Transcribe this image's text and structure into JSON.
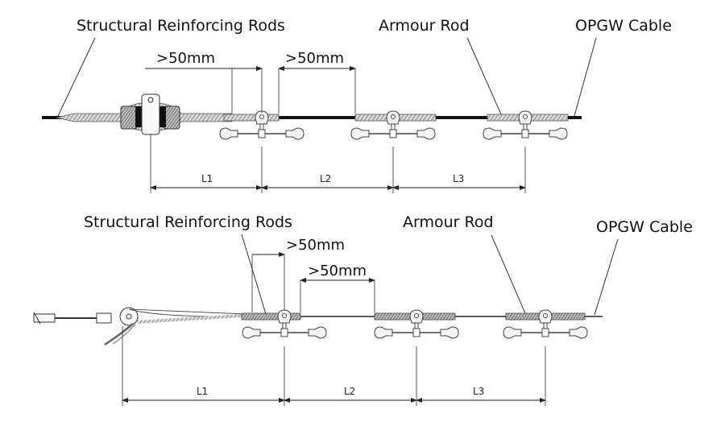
{
  "top_diagram": {
    "label_reinforcing": "Structural Reinforcing Rods",
    "label_armour": "Armour Rod",
    "label_cable": "OPGW Cable",
    "clearance_1": ">50mm",
    "clearance_2": ">50mm",
    "span_1": "L1",
    "span_2": "L2",
    "span_3": "L3"
  },
  "bottom_diagram": {
    "label_reinforcing": "Structural Reinforcing Rods",
    "label_armour": "Armour Rod",
    "label_cable": "OPGW Cable",
    "clearance_1": ">50mm",
    "clearance_2": ">50mm",
    "span_1": "L1",
    "span_2": "L2",
    "span_3": "L3"
  }
}
